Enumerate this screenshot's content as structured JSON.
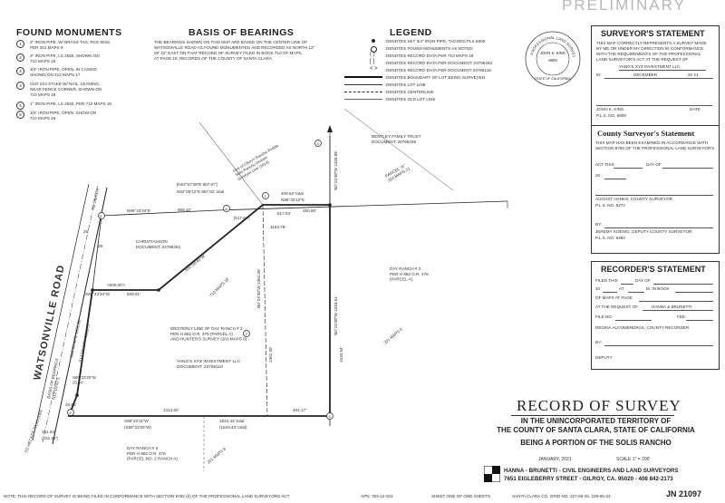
{
  "watermark": "PRELIMINARY",
  "found_monuments": {
    "title": "FOUND MONUMENTS",
    "items": [
      {
        "symbol": "1",
        "text": "3\" IRON PIPE, W/ BRASS TAG, RCE 6516,\nPER 201 MAPS 8"
      },
      {
        "symbol": "2",
        "text": "3\" IRON PIPE, LS 2550, SHOWN ON\n710 MAPS 18"
      },
      {
        "symbol": "3",
        "text": "3/4\" IRON PIPE, OPEN, IN CASING\nSHOWN ON 313 MAPS 17"
      },
      {
        "symbol": "4",
        "text": "OLD 2X4 STAKE W/ NAIL, LEANING,\nNEAR FENCE CORNER, SHOWN ON\n710 MAPS 18"
      },
      {
        "symbol": "5",
        "text": "1\" IRON PIPE, LS 2550, PER 710 MAPS 18"
      },
      {
        "symbol": "6",
        "text": "3/4\" IRON PIPE, OPEN, SHOW ON\n710 MAPS 18"
      }
    ]
  },
  "basis_of_bearings": {
    "title": "BASIS OF BEARINGS",
    "text": "THE BEARINGS SHOWN ON THIS MAP ARE BASED ON THE CENTER LINE OF\nWATSONVILLE ROAD AS FOUND MONUMENTED AND RECORDED AS NORTH 12°\n09' 42\" EAST ON THAT RECORD OF SURVEY FILED IN BOOK 710 OF MAPS,\nAT PAGE 18, RECORDS OF THE COUNTY OF SANTA CLARA."
  },
  "legend": {
    "title": "LEGEND",
    "items": [
      {
        "kind": "solid-dot",
        "text": "DENOTES SET 3/4\" IRON PIPE, TAGGED PLS 6809"
      },
      {
        "kind": "circle",
        "text": "DENOTES FOUND MONUMENTS AS NOTED"
      },
      {
        "kind": "paren",
        "text": "DENOTES RECORD DATA PER 710 MAPS 18"
      },
      {
        "kind": "bracket",
        "text": "DENOTES RECORD DATA PER DOCUMENT: 23796262"
      },
      {
        "kind": "angle",
        "text": "DENOTES RECORD DATA PER DOCUMENT 23766119"
      },
      {
        "kind": "heavy",
        "text": "DENOTES BOUNDARY OF LOT BEING SURVEYED"
      },
      {
        "kind": "thin",
        "text": "DENOTES LOT LINE"
      },
      {
        "kind": "dash",
        "text": "DENOTES CENTERLINE"
      },
      {
        "kind": "thin2",
        "text": "DENOTES OLD LOT LINE"
      }
    ]
  },
  "seal": {
    "ring_text": "PROFESSIONAL LAND SURVEYOR",
    "name": "JOHN K. KING",
    "number": "6809",
    "state": "STATE OF CALIFORNIA"
  },
  "surveyor_statement": {
    "title": "SURVEYOR'S STATEMENT",
    "text": "THIS MAP CORRECTLY REPRESENTS A SURVEY MADE\nBY ME OR UNDER MY DIRECTION IN CONFORMANCE\nWITH THE REQUIREMENTS OF THE PROFESSIONAL\nLAND SURVEYOR'S ACT AT THE REQUEST OF",
    "client": "YANG'S XYZ INVESTMENT LLC",
    "in_label": "IN",
    "month": "DECEMBER",
    "year": "20 21",
    "signer": "JOHN K. KING",
    "date_label": "DATE",
    "pls": "P.L.S. NO. 6809"
  },
  "county_statement": {
    "title": "County Surveyor's Statement",
    "text": "THIS MAP HAS BEEN EXAMINED IN ACCORDANCE WITH\nSECTION 8766 OF THE PROFESSIONAL LAND SURVEYOR'S",
    "act_this": "ACT THIS",
    "day_of": "DAY OF",
    "year_line": "20",
    "signer1": "AUGUST HANKS, COUNTY SURVEYOR",
    "pls1": "P.L.S. NO. 9274",
    "by": "BY:",
    "signer2": "JEREMY KOENIG, DEPUTY COUNTY SURVEYOR",
    "pls2": "P.L.S. NO. 9394"
  },
  "recorder_statement": {
    "title": "RECORDER'S STATEMENT",
    "filed_this": "FILED THIS",
    "day_of": "DAY OF",
    "at": "AT",
    "m_in_book": "M. IN BOOK",
    "year": "20",
    "of_maps": "OF MAPS AT PAGE",
    "request": "AT THE REQUEST OF",
    "requester": "HANNA & BRUNETTI",
    "file_no": "FILE NO.",
    "fee": "FEE:",
    "recorder": "REGINA ALCOMENDRAS, COUNTY RECORDER",
    "by": "BY:",
    "deputy": "DEPUTY"
  },
  "title_block": {
    "title": "RECORD OF SURVEY",
    "line1": "IN THE UNINCORPORATED TERRITORY OF",
    "line2": "THE COUNTY OF SANTA CLARA, STATE OF CALIFORNIA",
    "line3": "BEING A PORTION OF THE SOLIS RANCHO",
    "date": "JANUARY, 2021",
    "scale": "SCALE 1\" = 200'",
    "firm": "HANNA - BRUNETTI - CIVIL ENGINEERS AND LAND SURVEYORS",
    "address": "7651 EIGLEBERRY STREET - GILROY, CA. 95020 - 408 842-2173",
    "job": "JN 21097"
  },
  "footer": {
    "note": "NOTE: THIS RECORD OF SURVEY IS BEING FILED IN CONFORMANCE WITH SECTION 8762 (b) OF THE PROFESSIONAL LAND SURVEYORS ACT",
    "apn": "APN: 783-12-033",
    "sheet": "SHEET ONE OF ONE SHEETS",
    "grid": "SANTA CLARA CO. GRID NO. 227-66-25, 239-66-24"
  },
  "map": {
    "road_label": "WATSONVILLE ROAD",
    "bentley": "BENTLEY FAMILY TRUST\nDOCUMENT: 20766236",
    "christianson": "CHRISTIANSON\nDOCUMENT: 23796262",
    "yangs": "YANG'S XYZ INVESTMENT LLC\nDOCUMENT: 23766119",
    "day_ranch_east": "DAY RANCH # 2\nPER H 862 O.R. 478\n(PARCEL A)",
    "day_ranch_south": "DAY RANCH # 2\nPER H 862 O.R. 478\n(PARCEL NO. 2 RANCH A)",
    "westerly_line": "WESTERLY LINE OF DAY RANCH # 2\nPER H 862 O.R. 478 (PARCEL A)\nAND HUNTER'S SURVEY (201 MAPS 8)",
    "to_gilroy": "TO GILROY",
    "to_hecker": "TO HECKER PASS HWY",
    "maps_710_18": "710 MAPS 18",
    "maps_201_8": "201 MAPS 8",
    "maps_201_5": "201 MAPS 5",
    "parcel_a": "PARCEL \"A\"\n310 MAPS 21",
    "curve_a": "[N53°57'39\"E  667.67']",
    "curve_b": "N53°09'12\"E  667.62' total",
    "dist_409": "409.54' total",
    "brg_n89_30": "N89°30'10\"E",
    "brg_n89_43": "N89°43'34\"E",
    "dist_866": "866.10'",
    "dist_517": "[517.64']",
    "dist_517b": "517.63'",
    "dist_150": "150.60'",
    "brg_s89_43": "S89°43'34\"W",
    "dist_500a": "<500.00'>",
    "dist_500b": "500.01'",
    "brg_s60": "S60°58'40\"W",
    "dist_1163": "1163.76'",
    "brg_s89_22a": "S89°22'11\"W",
    "brg_s89_22b": "(S89°22'25\"W)",
    "dist_1414": "1414.63'",
    "dist_1844a": "1844.43' total",
    "dist_1844b": "(1844.43' total)",
    "dist_404": "404.17'",
    "dist_25a": "25'",
    "dist_25b": "25'",
    "dist_25c": "25.65'",
    "dist_151a": "151.64'",
    "dist_151b": "(151.62')",
    "brg_s89_small": "S89°22'25\"W\n25.64'",
    "east_line_a": "N0°24'48\"W  1533.61'",
    "east_line_b": "1533.54'",
    "mid_line_a": "N0°24'48\"W  1362.06'",
    "mid_line_b": "1362.00'",
    "north_ext_a": "N0°24'48\"W  1335.88'",
    "road_brg_a": "S12°09'42\"E  1551.31'",
    "road_brg_b": "S12°09'42\"W  1548.67'",
    "base_bear": "BASIS OF BEARINGS\nN12°09'42\"E",
    "line_note": "Line of Gilroy's Rancho Pueblo\nSolis Rancho Division\nSurveyor Line (1913)"
  }
}
